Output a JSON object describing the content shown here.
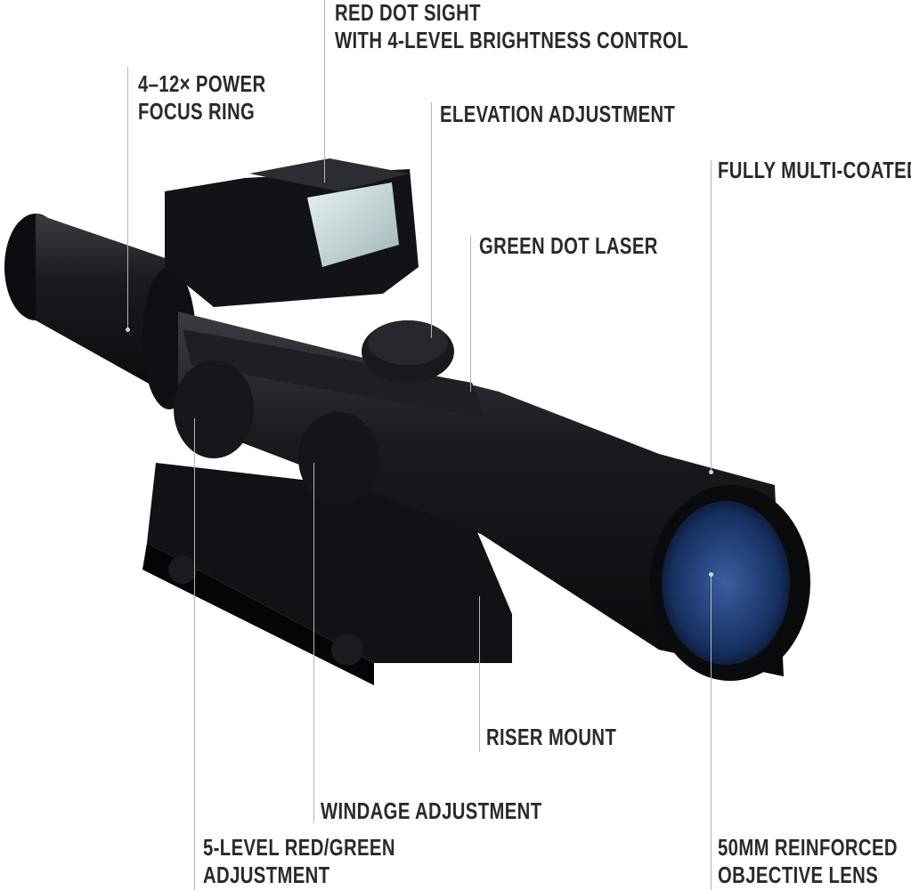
{
  "callouts": {
    "red_dot": {
      "line1": "RED DOT SIGHT",
      "line2": "WITH 4-LEVEL BRIGHTNESS CONTROL"
    },
    "power_ring": {
      "line1": "4–12× POWER",
      "line2": "FOCUS RING"
    },
    "elevation": {
      "line1": "ELEVATION ADJUSTMENT"
    },
    "coated": {
      "line1": "FULLY MULTI-COATED"
    },
    "laser": {
      "line1": "GREEN DOT LASER"
    },
    "riser": {
      "line1": "RISER MOUNT"
    },
    "windage": {
      "line1": "WINDAGE ADJUSTMENT"
    },
    "red_green": {
      "line1": "5-LEVEL RED/GREEN",
      "line2": "ADJUSTMENT"
    },
    "objective": {
      "line1": "50MM REINFORCED",
      "line2": "OBJECTIVE LENS"
    }
  },
  "colors": {
    "body": "#141518",
    "lens": "#1c3a6e",
    "text": "#2a2a2a",
    "leader": "#b5b5b5"
  }
}
